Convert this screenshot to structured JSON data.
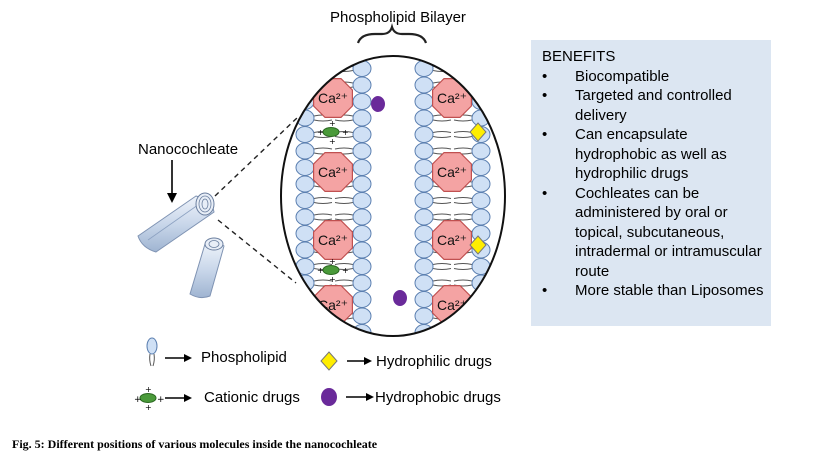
{
  "diagram": {
    "title": "Phospholipid Bilayer",
    "nanocochleate_label": "Nanocochleate",
    "ion_label": "Ca²⁺",
    "colors": {
      "calcium_fill": "#f4a3a3",
      "calcium_stroke": "#c05050",
      "head_fill": "#cfe0f5",
      "head_stroke": "#5b7fb0",
      "hydrophobic_drug": "#6a2a9a",
      "hydrophilic_drug": "#ffee00",
      "cationic_drug": "#4a9a3a",
      "benefits_bg": "#dce6f2"
    }
  },
  "benefits": {
    "heading": "BENEFITS",
    "items": [
      "Biocompatible",
      "Targeted and controlled delivery",
      "Can encapsulate hydrophobic as well as hydrophilic drugs",
      "Cochleates can be administered by oral or topical, subcutaneous, intradermal or intramuscular route",
      "More stable than Liposomes"
    ]
  },
  "legend": {
    "phospholipid": "Phospholipid",
    "hydrophilic": "Hydrophilic drugs",
    "cationic": "Cationic drugs",
    "hydrophobic": "Hydrophobic drugs"
  },
  "caption": "Fig. 5: Different positions of various molecules inside the nanocochleate"
}
